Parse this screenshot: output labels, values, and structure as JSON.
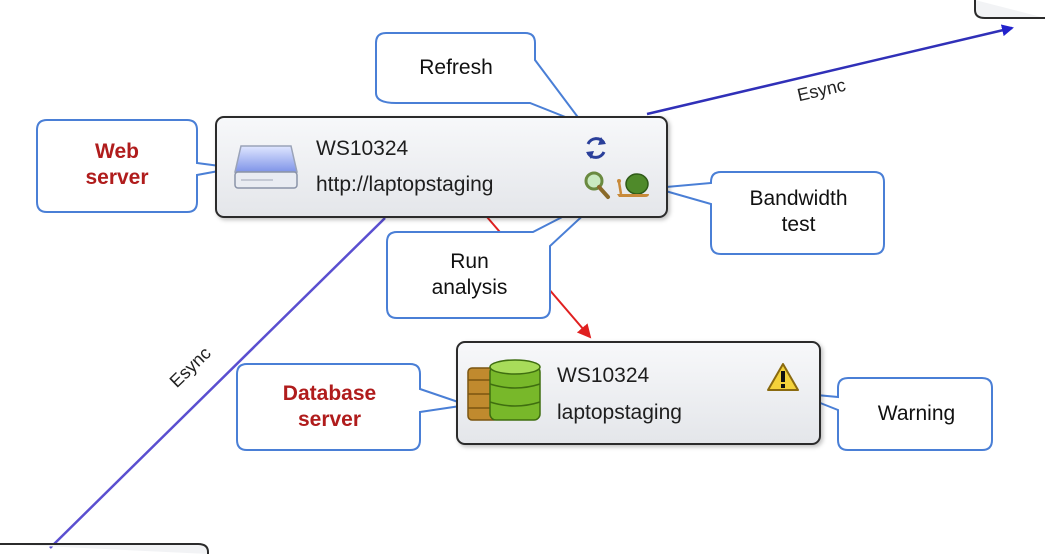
{
  "nodes": {
    "web": {
      "name": "WS10324",
      "url": "http://laptopstaging"
    },
    "db": {
      "name": "WS10324",
      "host": "laptopstaging"
    }
  },
  "callouts": {
    "web_server": [
      "Web",
      "server"
    ],
    "database_server": [
      "Database",
      "server"
    ],
    "refresh": "Refresh",
    "bandwidth_test": [
      "Bandwidth",
      "test"
    ],
    "run_analysis": [
      "Run",
      "analysis"
    ],
    "warning": "Warning"
  },
  "edges": {
    "top": "Esync",
    "left": "Esync"
  },
  "colors": {
    "callout_border": "#4a7fd6",
    "sync_edge": "#2f2fb0",
    "dependency_edge": "#e02020",
    "callout_title": "#b01c1c"
  },
  "icons": [
    "disk-icon",
    "refresh-icon",
    "magnifier-icon",
    "snail-icon",
    "database-icon",
    "warning-icon"
  ]
}
